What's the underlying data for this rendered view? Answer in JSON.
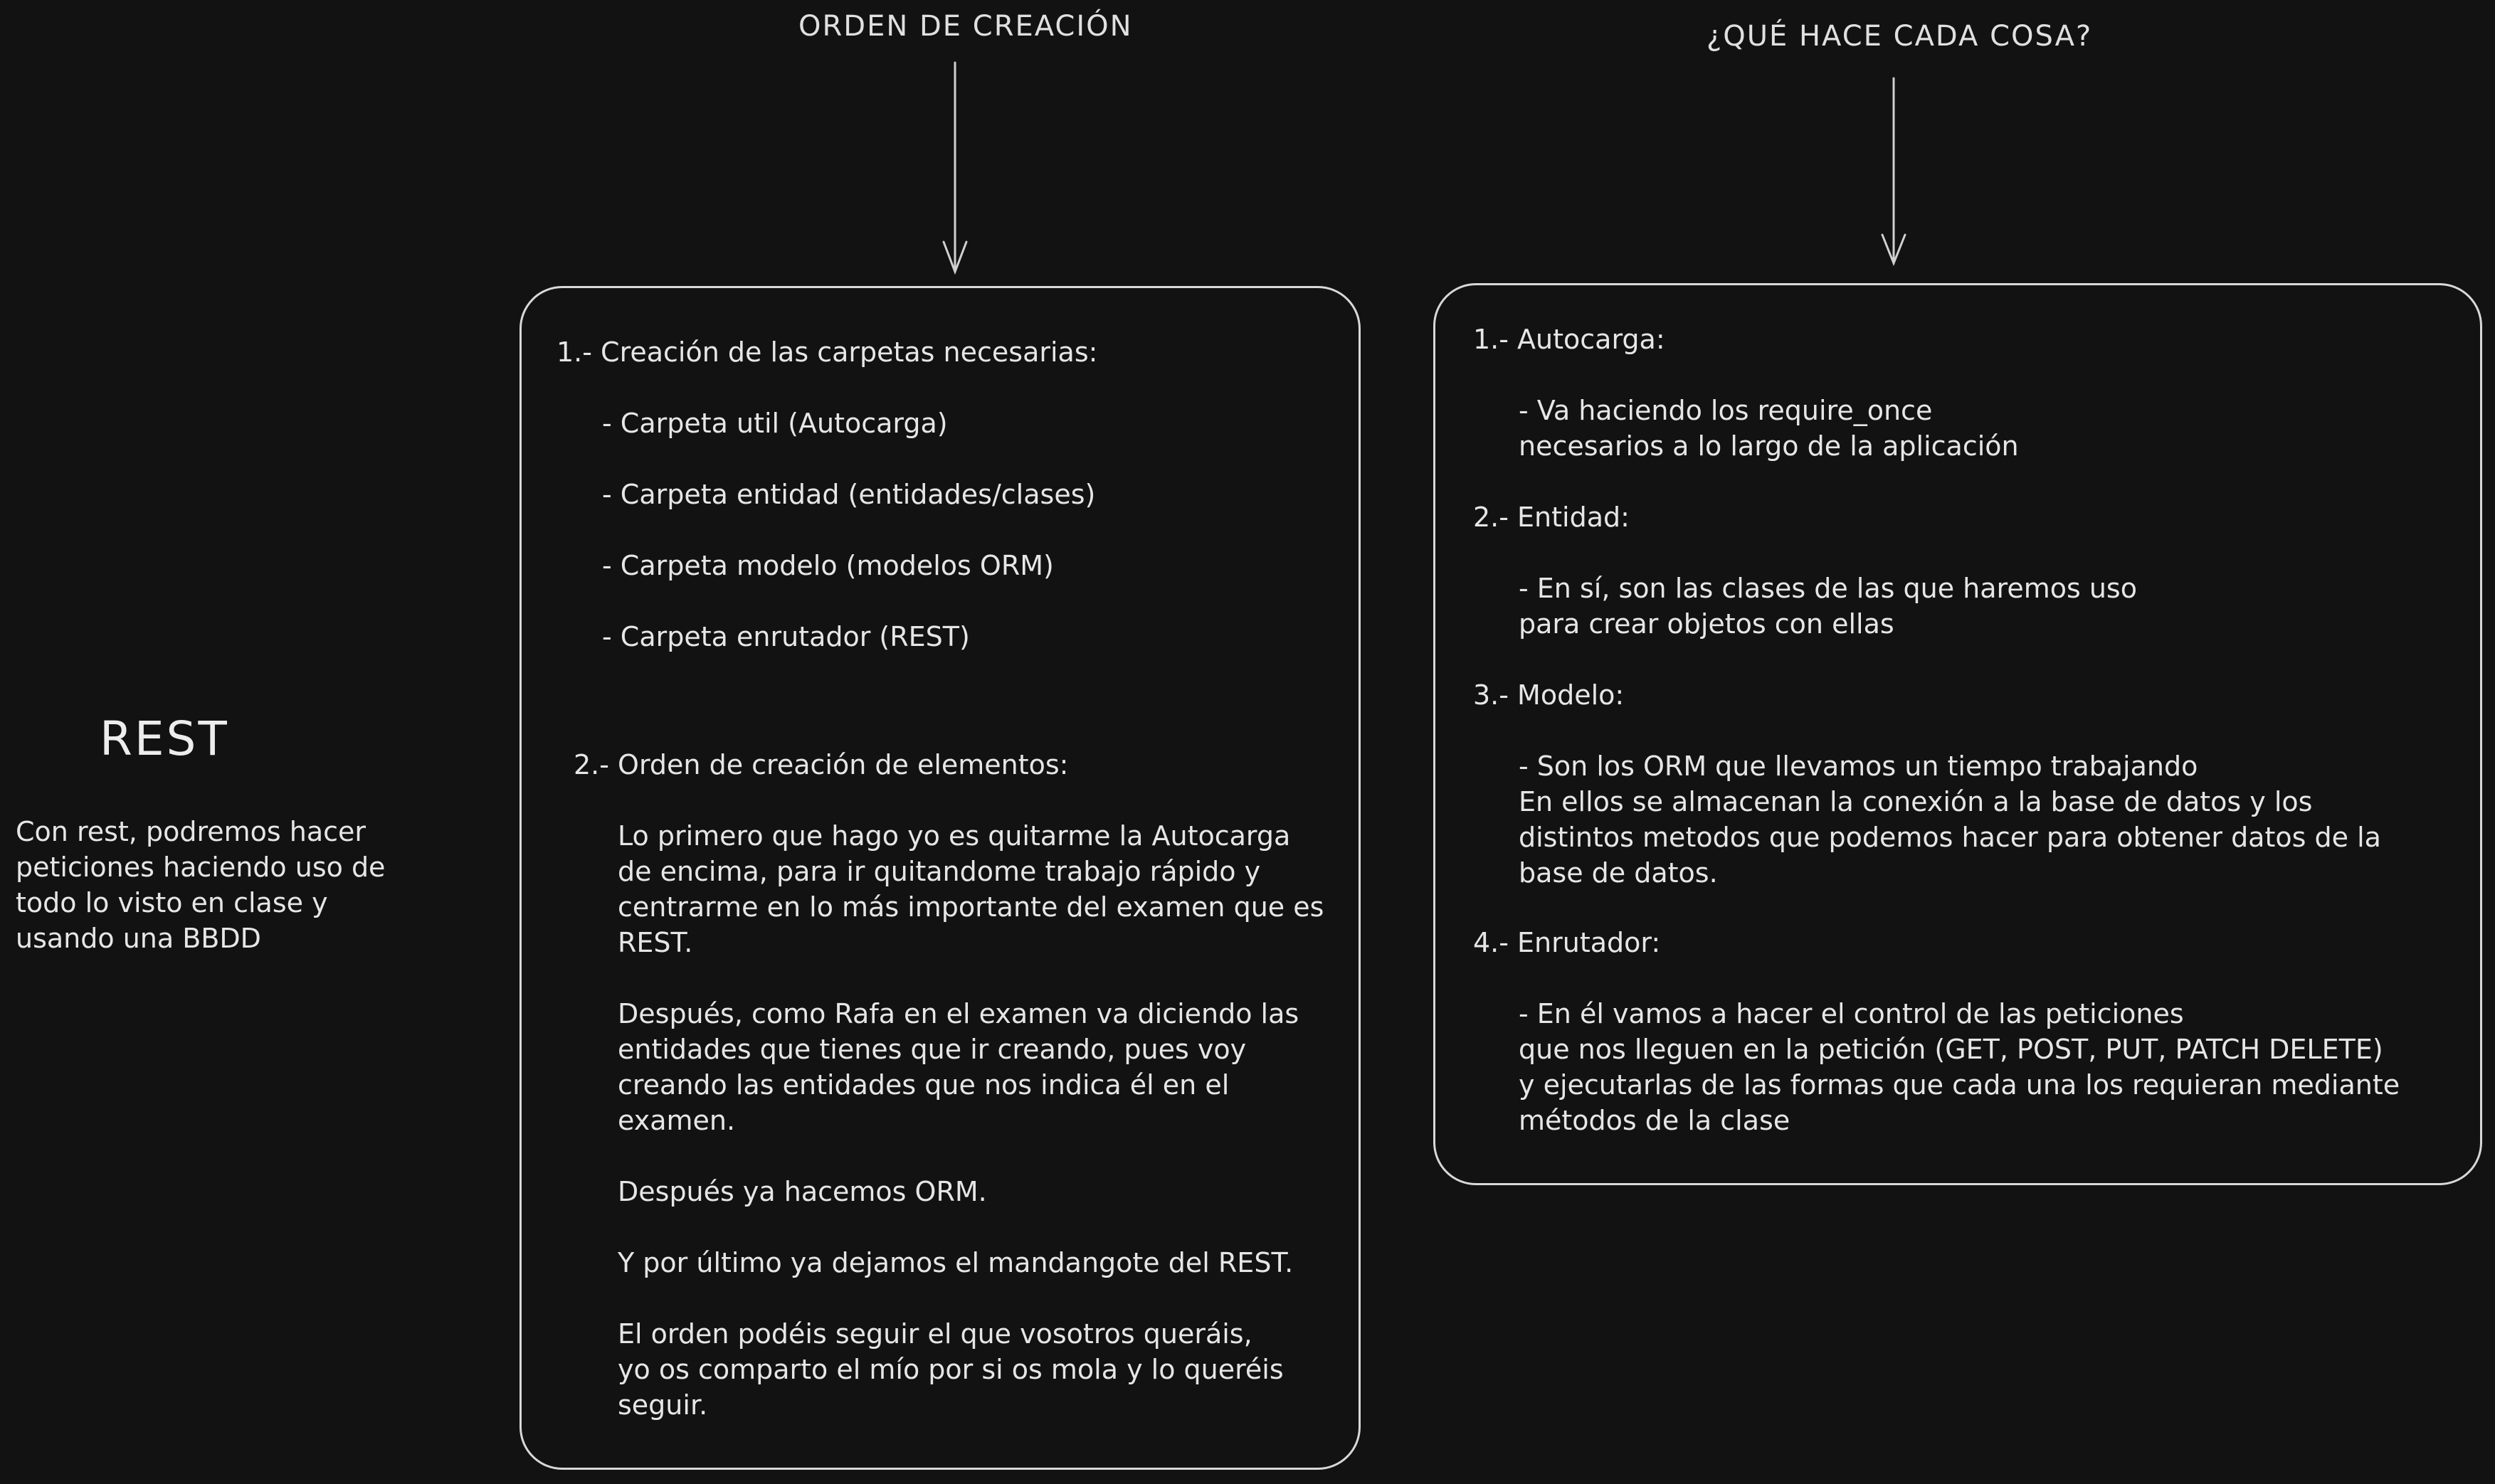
{
  "headings": {
    "creation_order": "ORDEN DE CREACIÓN",
    "what_does": "¿QUÉ HACE CADA COSA?"
  },
  "rest": {
    "title": "REST",
    "body": [
      "Con rest, podremos hacer",
      "peticiones haciendo uso de",
      "todo lo visto en clase y",
      "usando una BBDD"
    ]
  },
  "left_card": {
    "step1_title": "1.- Creación de las carpetas necesarias:",
    "folders": [
      "- Carpeta util (Autocarga)",
      "- Carpeta entidad (entidades/clases)",
      "- Carpeta modelo (modelos ORM)",
      "- Carpeta enrutador (REST)"
    ],
    "step2_title": "2.- Orden de creación de elementos:",
    "paragraphs": [
      [
        "Lo primero que hago yo es quitarme la Autocarga",
        "de encima, para ir quitandome trabajo rápido y",
        "centrarme en lo más importante del examen que es",
        "REST."
      ],
      [
        "Después, como Rafa en el examen va diciendo las",
        "entidades que tienes que ir creando, pues voy",
        "creando las entidades que nos indica él en el",
        "examen."
      ],
      [
        "Después ya hacemos ORM."
      ],
      [
        "Y por último ya dejamos el mandangote del REST."
      ],
      [
        "El orden podéis seguir el que vosotros queráis,",
        "yo os comparto el mío por si os mola y lo queréis",
        "seguir."
      ]
    ]
  },
  "right_card": {
    "sections": [
      {
        "title": "1.- Autocarga:",
        "lines": [
          "- Va haciendo los require_once",
          "necesarios a lo largo de la aplicación"
        ]
      },
      {
        "title": "2.- Entidad:",
        "lines": [
          "- En sí, son las clases de las que haremos uso",
          "para crear objetos con ellas"
        ]
      },
      {
        "title": "3.- Modelo:",
        "lines": [
          "- Son los ORM que llevamos un tiempo trabajando",
          "En ellos se almacenan la conexión a la base de datos y los",
          "distintos metodos que podemos hacer para obtener datos de la",
          "base de datos."
        ]
      },
      {
        "title": "4.- Enrutador:",
        "lines": [
          "- En él vamos a hacer el control de las peticiones",
          "que nos lleguen en la petición (GET, POST, PUT, PATCH DELETE)",
          "y ejecutarlas de las formas que cada una los requieran mediante",
          "métodos de la clase"
        ]
      }
    ]
  },
  "colors": {
    "background": "#121212",
    "stroke": "#d8d8d8",
    "text": "#e6e6e6"
  }
}
